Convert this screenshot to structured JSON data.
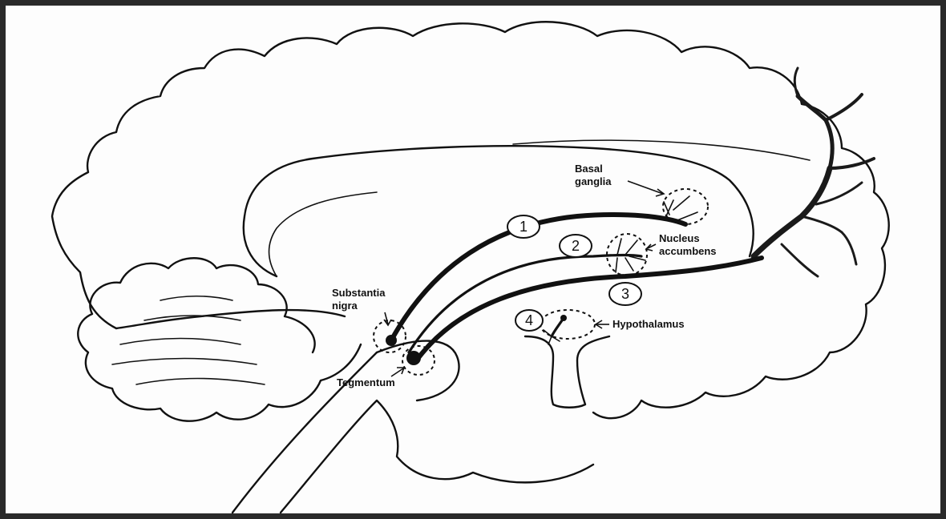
{
  "labels": {
    "basal_ganglia_line1": "Basal",
    "basal_ganglia_line2": "ganglia",
    "nucleus_accumbens_line1": "Nucleus",
    "nucleus_accumbens_line2": "accumbens",
    "substantia_nigra_line1": "Substantia",
    "substantia_nigra_line2": "nigra",
    "tegmentum": "Tegmentum",
    "hypothalamus": "Hypothalamus"
  },
  "pathway_numbers": {
    "p1": "1",
    "p2": "2",
    "p3": "3",
    "p4": "4"
  }
}
